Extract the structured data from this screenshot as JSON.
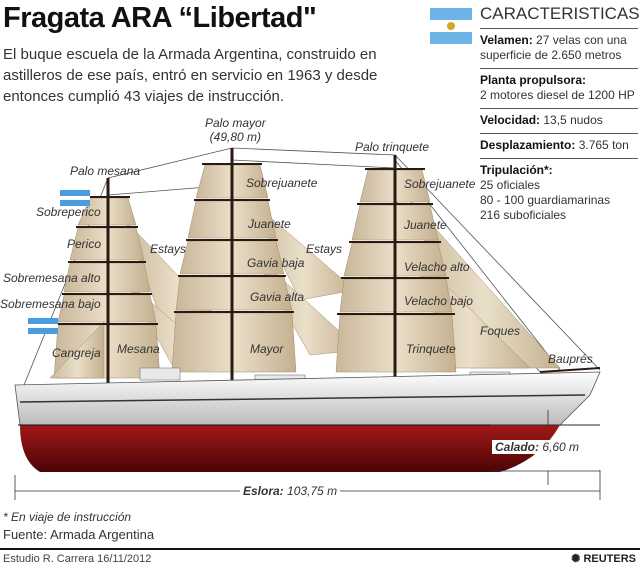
{
  "title": "Fragata ARA “Libertad\"",
  "intro": "El buque escuela de la Armada Argentina, construido en astilleros de ese país, entró en servicio en 1963 y desde entonces cumplió 43 viajes de instrucción.",
  "flag": {
    "colors": {
      "blue": "#6cb4e8",
      "white": "#ffffff",
      "sun": "#d4a829"
    }
  },
  "caracteristicas": {
    "heading": "CARACTERISTICAS",
    "items": [
      {
        "label": "Velamen:",
        "value": "27 velas con una superficie de 2.650 metros"
      },
      {
        "label": "Planta propulsora:",
        "value": "2 motores diesel de 1200 HP"
      },
      {
        "label": "Velocidad:",
        "value": "13,5 nudos"
      },
      {
        "label": "Desplazamiento:",
        "value": "3.765 ton"
      },
      {
        "label": "Tripulación*:",
        "lines": [
          "25 oficiales",
          "80 - 100  guardiamarinas",
          "216 suboficiales"
        ]
      }
    ]
  },
  "masts": {
    "mayor": "Palo mayor",
    "mayor_height": "(49,80 m)",
    "mesana": "Palo mesana",
    "trinquete": "Palo trinquete"
  },
  "sails": {
    "sobrejuanete": "Sobrejuanete",
    "juanete": "Juanete",
    "gavia_baja": "Gavia baja",
    "gavia_alta": "Gavia alta",
    "mayor": "Mayor",
    "estays": "Estays",
    "sobreperico": "Sobreperico",
    "perico": "Perico",
    "sobremesana_alto": "Sobremesana alto",
    "sobremesana_bajo": "Sobremesana bajo",
    "cangreja": "Cangreja",
    "mesana": "Mesana",
    "velacho_alto": "Velacho alto",
    "velacho_bajo": "Velacho bajo",
    "trinquete": "Trinquete",
    "foques": "Foques",
    "baupres": "Bauprés"
  },
  "dimensions": {
    "calado_label": "Calado:",
    "calado_value": "6,60 m",
    "eslora_label": "Eslora:",
    "eslora_value": "103,75 m"
  },
  "footnote": "* En viaje de instrucción",
  "source": "Fuente: Armada Argentina",
  "credit": "Estudio R. Carrera 16/11/2012",
  "brand": "REUTERS"
}
